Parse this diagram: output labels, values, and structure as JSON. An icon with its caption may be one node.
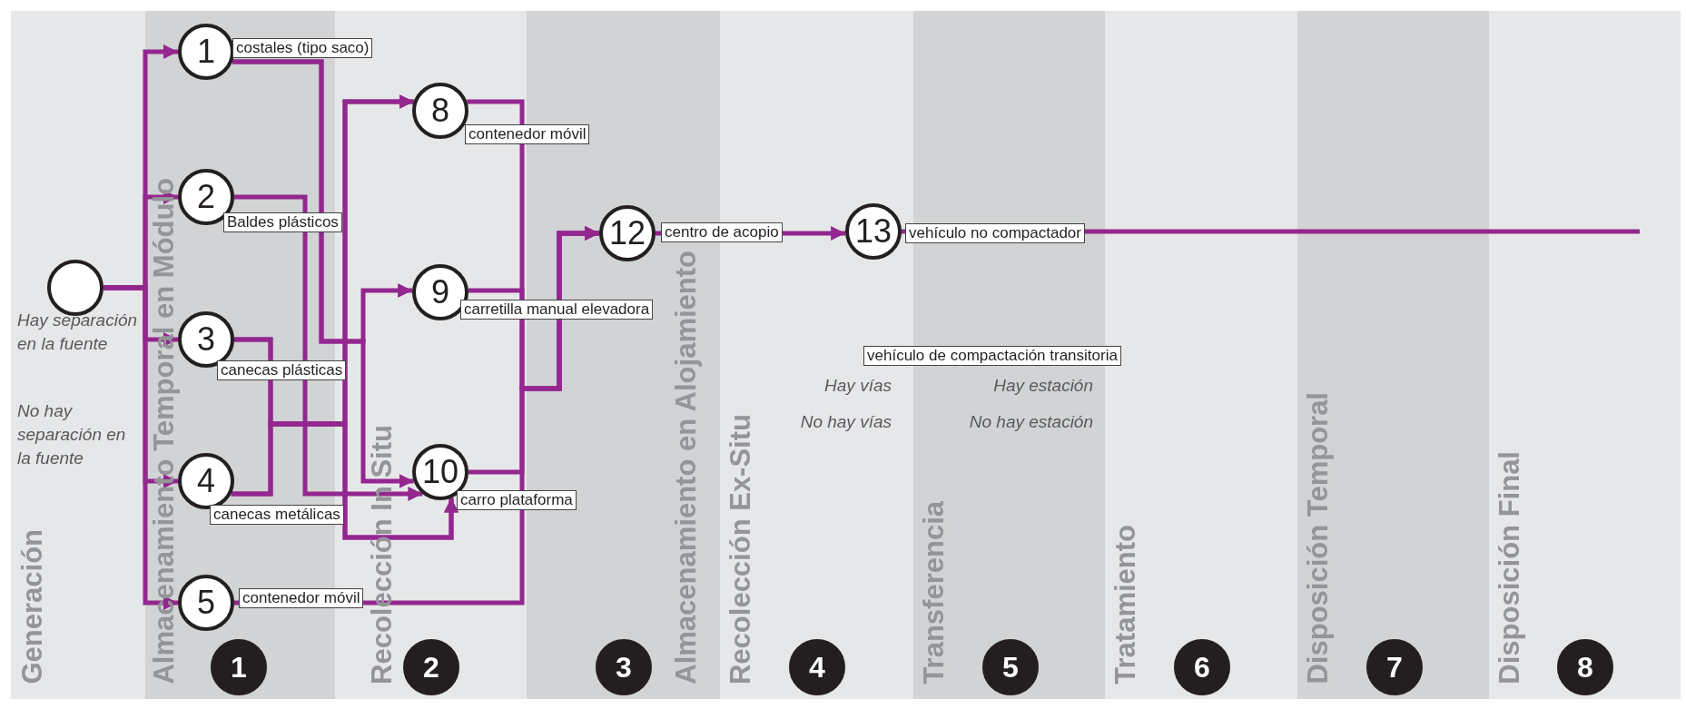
{
  "diagram": {
    "nodes": [
      {
        "text": [
          "Generación"
        ]
      },
      {
        "text": [
          "Almacenamiento Temporal en Módulo"
        ]
      },
      {
        "text": [
          "Recolección In Situ"
        ]
      },
      {
        "text": [
          "Almacenamiento en Alojamiento"
        ]
      },
      {
        "text": [
          "Recolección Ex-Situ"
        ]
      },
      {
        "text": [
          "Transferencia"
        ]
      },
      {
        "text": [
          "Tratamiento"
        ]
      },
      {
        "text": [
          "Disposición Temporal"
        ]
      },
      {
        "text": [
          "Disposición Final"
        ]
      },
      {
        "text": [],
        "shape": "circle",
        "in": 0
      },
      {
        "text": [
          "1"
        ],
        "beside": [
          "costales (tipo saco)"
        ],
        "in": 1
      },
      {
        "text": [
          "2"
        ],
        "beside": [
          "Baldes plásticos"
        ],
        "in": 1
      },
      {
        "text": [
          "3"
        ],
        "beside": [
          "canecas plásticas"
        ],
        "in": 1
      },
      {
        "text": [
          "4"
        ],
        "beside": [
          "canecas metálicas"
        ],
        "in": 1
      },
      {
        "text": [
          "5"
        ],
        "beside": [
          "contenedor móvil"
        ],
        "in": 1
      },
      {
        "text": [
          "8"
        ],
        "beside": [
          "contenedor móvil"
        ],
        "in": 2
      },
      {
        "text": [
          "9"
        ],
        "beside": [
          "carretilla manual elevadora"
        ],
        "in": 2
      },
      {
        "text": [
          "10"
        ],
        "beside": [
          "carro plataforma"
        ],
        "in": 2
      },
      {
        "text": [
          "12"
        ],
        "beside": [
          "centro de acopio"
        ],
        "in": 3
      },
      {
        "text": [
          "13"
        ],
        "beside": [
          "vehículo no compactador"
        ],
        "in": 4
      },
      {
        "text": [
          "1"
        ],
        "in": 1
      },
      {
        "text": [
          "2"
        ],
        "in": 2
      },
      {
        "text": [
          "3"
        ],
        "in": 3
      },
      {
        "text": [
          "4"
        ],
        "in": 4
      },
      {
        "text": [
          "5"
        ],
        "in": 5
      },
      {
        "text": [
          "6"
        ],
        "in": 6
      },
      {
        "text": [
          "7"
        ],
        "in": 7
      },
      {
        "text": [
          "8"
        ],
        "in": 8
      }
    ],
    "edges": [
      {
        "from": 9,
        "to": 10,
        "arrow": "to"
      },
      {
        "from": 9,
        "to": 11,
        "arrow": "to"
      },
      {
        "from": 9,
        "to": 12,
        "arrow": "to"
      },
      {
        "from": 9,
        "to": 13,
        "arrow": "to"
      },
      {
        "from": 9,
        "to": 14,
        "arrow": "to"
      },
      {
        "from": 10,
        "to": 16,
        "arrow": "to"
      },
      {
        "from": 10,
        "to": 17,
        "arrow": "to"
      },
      {
        "from": 12,
        "to": 15,
        "arrow": "to"
      },
      {
        "from": 12,
        "to": 17,
        "arrow": "to"
      },
      {
        "from": 13,
        "to": 15,
        "arrow": "to"
      },
      {
        "from": 13,
        "to": 17,
        "arrow": "to"
      },
      {
        "from": 11,
        "to": 17,
        "arrow": "to"
      },
      {
        "from": 14,
        "to": 18,
        "arrow": "to"
      },
      {
        "from": 15,
        "to": 18,
        "arrow": "to"
      },
      {
        "from": 16,
        "to": 18,
        "arrow": "to"
      },
      {
        "from": 17,
        "to": 18,
        "arrow": "to"
      },
      {
        "from": 18,
        "to": 19,
        "arrow": "to"
      },
      {
        "from": 19,
        "to": 8,
        "arrow": "none"
      }
    ],
    "labels": [
      "Hay separación en la fuente",
      "vehículo de compactación transitoria",
      "Hay vías",
      "Hay estación",
      "No hay separación en la fuente",
      "No hay vías",
      "No hay estación"
    ]
  }
}
